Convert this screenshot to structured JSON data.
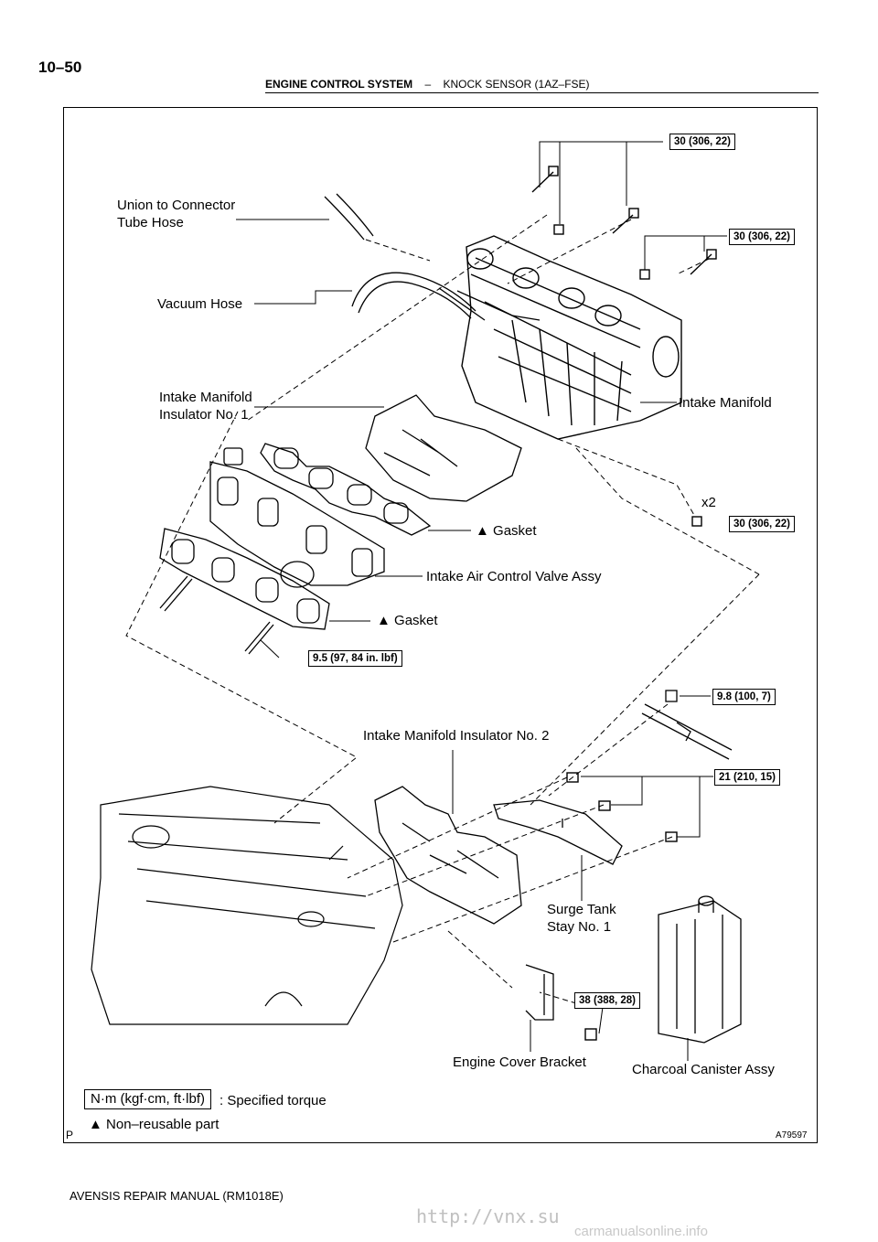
{
  "header": {
    "page_number": "10–50",
    "section": "ENGINE CONTROL SYSTEM",
    "separator": "–",
    "topic": "KNOCK SENSOR (1AZ–FSE)"
  },
  "labels": {
    "union": [
      "Union to Connector",
      "Tube Hose"
    ],
    "vacuum_hose": "Vacuum Hose",
    "insulator1": [
      "Intake Manifold",
      "Insulator No. 1"
    ],
    "intake_manifold": "Intake Manifold",
    "x2": "x2",
    "gasket_upper": "Gasket",
    "iacv": "Intake Air Control Valve Assy",
    "gasket_lower": "Gasket",
    "insulator2": "Intake Manifold Insulator No. 2",
    "surge_stay": [
      "Surge Tank",
      "Stay No. 1"
    ],
    "engine_cover_bracket": "Engine Cover Bracket",
    "charcoal_canister": "Charcoal Canister Assy"
  },
  "torques": {
    "t1": "30 (306, 22)",
    "t2": "30 (306, 22)",
    "t3": "30 (306, 22)",
    "t4": "9.5 (97, 84 in. lbf)",
    "t5": "9.8 (100, 7)",
    "t6": "21 (210, 15)",
    "t7": "38 (388, 28)"
  },
  "legend": {
    "unit_box": "N·m (kgf·cm, ft·lbf)",
    "unit_desc": ": Specified torque",
    "nonreusable": "Non–reusable part"
  },
  "figure_id": "A79597",
  "p_mark": "P",
  "footer": "AVENSIS REPAIR MANUAL   (RM1018E)",
  "watermark_url": "http://vnx.su",
  "watermark_site": "carmanualsonline.info",
  "icons": [
    "bolt-icon",
    "nut-icon",
    "non-reusable-triangle-icon"
  ]
}
